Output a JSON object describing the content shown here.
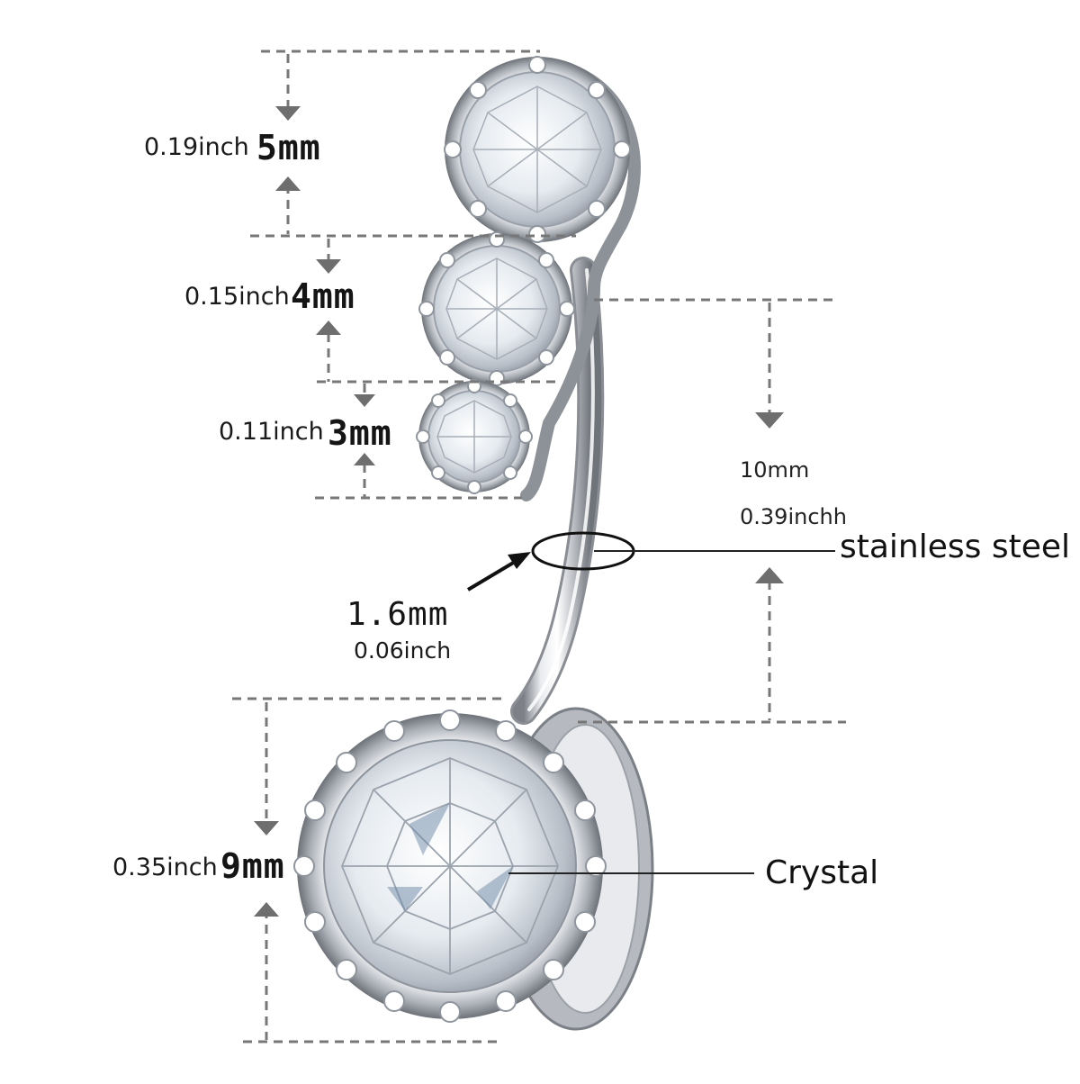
{
  "dimensions": {
    "top_gem": {
      "inch": "0.19inch",
      "mm": "5mm"
    },
    "middle_gem": {
      "inch": "0.15inch",
      "mm": "4mm"
    },
    "small_gem": {
      "inch": "0.11inch",
      "mm": "3mm"
    },
    "bottom_gem": {
      "inch": "0.35inch",
      "mm": "9mm"
    },
    "bar_gauge": {
      "mm": "1.6mm",
      "inch": "0.06inch"
    },
    "bar_length": {
      "mm": "10mm",
      "inch": "0.39inchh"
    }
  },
  "callouts": {
    "material": "stainless steel",
    "stone": "Crystal"
  },
  "colors": {
    "dimension_line": "#777777",
    "arrow": "#6e6e6e",
    "metal": "#c9ccd1",
    "crystal": "#eef2f6"
  }
}
